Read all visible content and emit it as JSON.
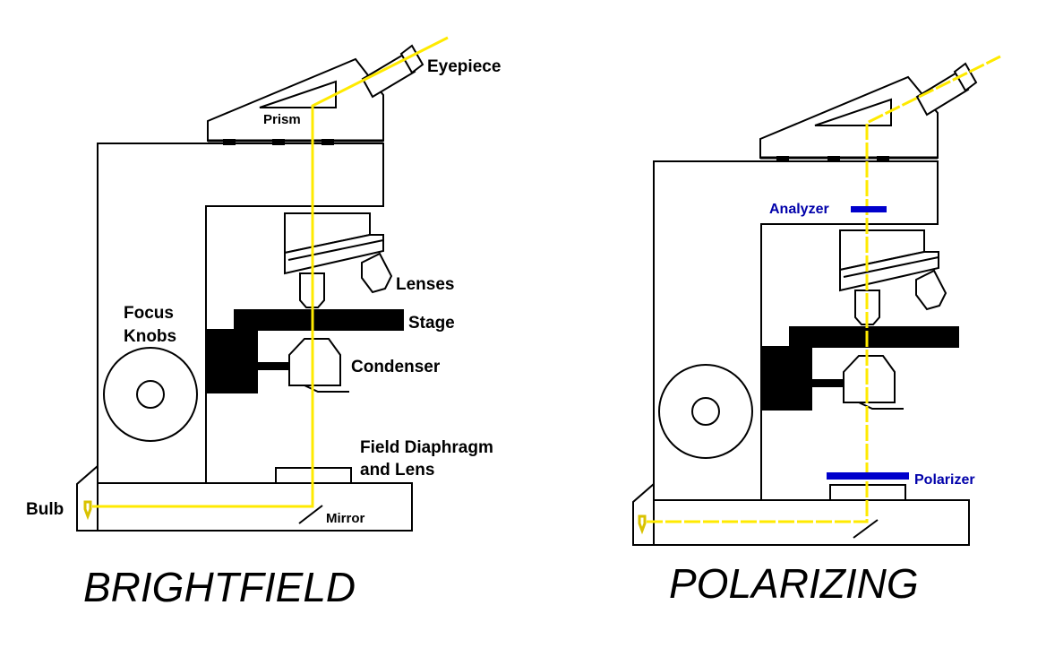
{
  "colors": {
    "outline": "#000000",
    "light_beam": "#ffea00",
    "polarizer_blue": "#0000cc",
    "background": "#ffffff"
  },
  "brightfield": {
    "caption": "BRIGHTFIELD",
    "labels": {
      "eyepiece": "Eyepiece",
      "prism": "Prism",
      "lenses": "Lenses",
      "stage": "Stage",
      "focus_line1": "Focus",
      "focus_line2": "Knobs",
      "condenser": "Condenser",
      "field_line1": "Field Diaphragm",
      "field_line2": "and Lens",
      "bulb": "Bulb",
      "mirror": "Mirror"
    }
  },
  "polarizing": {
    "caption": "POLARIZING",
    "labels": {
      "analyzer": "Analyzer",
      "polarizer": "Polarizer"
    }
  }
}
